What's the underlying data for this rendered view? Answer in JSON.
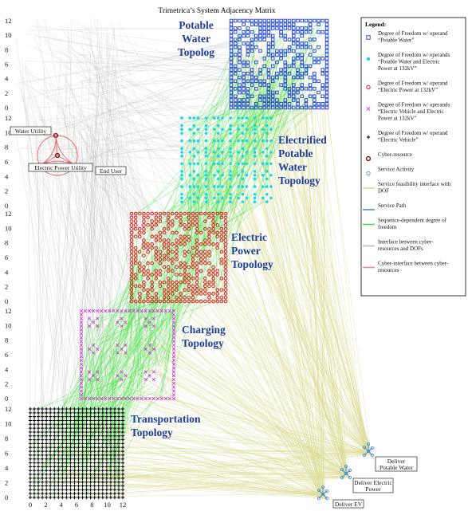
{
  "title": "Trimetrica’s System Adjacency Matrix",
  "topologies": [
    {
      "id": "water",
      "lines": [
        "Potable",
        "Water",
        "Topolog"
      ],
      "marker": "square",
      "color": "#1c3fd6"
    },
    {
      "id": "ewater",
      "lines": [
        "Electrified",
        "Potable",
        "Water",
        "Topology"
      ],
      "marker": "dot",
      "color": "#18d8e8"
    },
    {
      "id": "power",
      "lines": [
        "Electric",
        "Power",
        "Topology"
      ],
      "marker": "ring",
      "color": "#e01818"
    },
    {
      "id": "charging",
      "lines": [
        "Charging",
        "Topology"
      ],
      "marker": "x",
      "color": "#d33ad6"
    },
    {
      "id": "transport",
      "lines": [
        "Transportation",
        "Topology"
      ],
      "marker": "plus",
      "color": "#000000"
    }
  ],
  "axis_ticks": {
    "water": [
      "12",
      "10",
      "8",
      "6",
      "4",
      "2",
      "0"
    ],
    "ewater": [
      "12",
      "10",
      "8",
      "6",
      "4",
      "2",
      "0"
    ],
    "power": [
      "12",
      "10",
      "8",
      "6",
      "4",
      "2",
      "0"
    ],
    "charging": [
      "12",
      "10",
      "8",
      "6",
      "4",
      "2",
      "0"
    ],
    "transport": [
      "12",
      "10",
      "8",
      "6",
      "4",
      "2",
      "0"
    ],
    "x": [
      "0",
      "2",
      "4",
      "6",
      "8",
      "10",
      "12"
    ]
  },
  "inset": {
    "nodes": [
      "Water Utility",
      "End User",
      "Electric Power Utility"
    ],
    "edge_color": "#e06060"
  },
  "legend": {
    "title": "Legend:",
    "items": [
      {
        "symbol": "square",
        "color": "#1c3fd6",
        "text": [
          "Degree of Freedom w/ operand",
          "“Potable Water”"
        ]
      },
      {
        "symbol": "dot",
        "color": "#18d8e8",
        "text": [
          "Degree of Freedom w/ operands",
          "“Potable Water and Electric",
          "Power at 132kV”"
        ]
      },
      {
        "symbol": "ring",
        "color": "#e01818",
        "text": [
          "Degree of Freedom w/ operand",
          "“Electric Power at 132kV”"
        ]
      },
      {
        "symbol": "x",
        "color": "#d33ad6",
        "text": [
          "Degree of Freedom w/ operands",
          "“Electric Vehicle and Electric",
          "Power at 132kV”"
        ]
      },
      {
        "symbol": "plus",
        "color": "#000000",
        "text": [
          "Degree of Freedom w/ operand",
          "“Electric Vehicle”"
        ]
      },
      {
        "symbol": "cyber",
        "color": "#7a1010",
        "text": [
          "Cyber-resource"
        ]
      },
      {
        "symbol": "svc",
        "color": "#3a8fe0",
        "text": [
          "Service Activity"
        ]
      },
      {
        "symbol": "line",
        "color": "#dcdc98",
        "text": [
          "Service feasibility interface with",
          "DOF"
        ]
      },
      {
        "symbol": "line",
        "color": "#4a90d8",
        "text": [
          "Service Path"
        ]
      },
      {
        "symbol": "line",
        "color": "#46e046",
        "text": [
          "Sequence-dependent degree of",
          "freedom"
        ]
      },
      {
        "symbol": "line",
        "color": "#bdbdbd",
        "text": [
          "Interface between cyber-",
          "resources and DOFs"
        ]
      },
      {
        "symbol": "line",
        "color": "#f08a8a",
        "text": [
          "Cyber-interface between cyber-",
          "resources"
        ]
      }
    ]
  },
  "services": [
    {
      "id": "potable",
      "lines": [
        "Deliver",
        "Potable Water"
      ]
    },
    {
      "id": "power",
      "lines": [
        "Deliver Electric",
        "Power"
      ]
    },
    {
      "id": "ev",
      "lines": [
        "Deliver EV"
      ]
    }
  ],
  "colors": {
    "yellow": "#dcdc98",
    "green": "#46e046",
    "gray": "#c4c4c4",
    "service": "#4a90d8"
  }
}
